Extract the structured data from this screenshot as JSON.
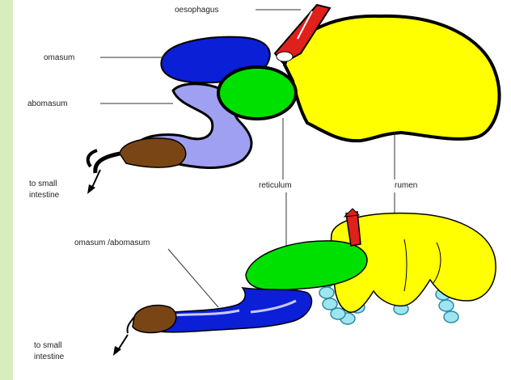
{
  "labels": {
    "oesophagus": "oesophagus",
    "omasum": "omasum",
    "abomasum": "abomasum",
    "to_small_1": "to small",
    "intestine_1": "intestine",
    "reticulum": "reticulum",
    "rumen": "rumen",
    "omasum_abomasum": "omasum /abomasum",
    "to_small_2": "to small",
    "intestine_2": "intestine"
  },
  "colors": {
    "background_band": "#d7edbe",
    "rumen": "#ffff00",
    "reticulum": "#00e000",
    "omasum": "#0a1fd6",
    "abomasum": "#a0a0f2",
    "oesophagus": "#e0201a",
    "intestine": "#7a4515",
    "honeycomb": "#9de6f0"
  }
}
